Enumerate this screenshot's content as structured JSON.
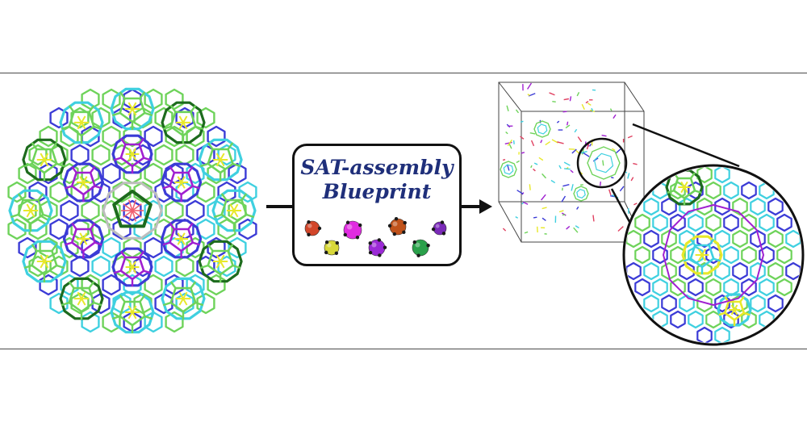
{
  "blueprint": {
    "title_line1": "SAT-assembly",
    "title_line2": "Blueprint"
  },
  "colors": {
    "title": "#1f2f7a",
    "rod_blue": "#3b3bd6",
    "rod_cyan": "#3fd0e0",
    "rod_green": "#6ed35a",
    "rod_darkgreen": "#1d6b1d",
    "rod_yellow": "#e8e82a",
    "rod_purple": "#a020d0",
    "rod_gray": "#bdbdbd"
  },
  "particles": [
    {
      "name": "red-particle",
      "color": "#d2462a"
    },
    {
      "name": "magenta-particle",
      "color": "#e02ce0"
    },
    {
      "name": "orange-particle",
      "color": "#c0521a"
    },
    {
      "name": "purple-particle",
      "color": "#7a2ab8"
    },
    {
      "name": "yellow-particle",
      "color": "#d8d83a"
    },
    {
      "name": "violet-particle",
      "color": "#9b2ad6"
    },
    {
      "name": "green-particle",
      "color": "#2aa04a"
    }
  ]
}
